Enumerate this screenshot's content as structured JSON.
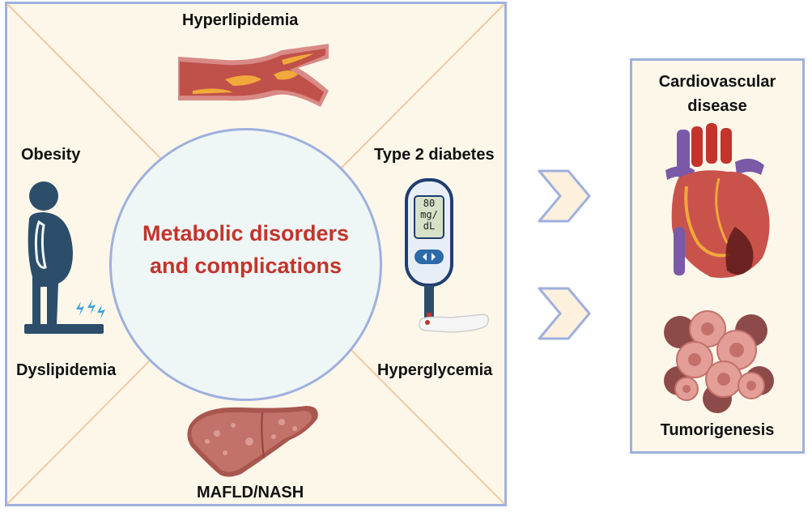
{
  "left_panel": {
    "center_title_line1": "Metabolic disorders",
    "center_title_line2": "and complications",
    "labels": {
      "hyperlipidemia": "Hyperlipidemia",
      "obesity": "Obesity",
      "type2_diabetes": "Type 2 diabetes",
      "dyslipidemia": "Dyslipidemia",
      "hyperglycemia": "Hyperglycemia",
      "mafld_nash": "MAFLD/NASH"
    },
    "glucometer_reading": {
      "value": "80",
      "unit_line1": "mg/",
      "unit_line2": "dL"
    }
  },
  "right_panel": {
    "cardiovascular_line1": "Cardiovascular",
    "cardiovascular_line2": "disease",
    "tumorigenesis": "Tumorigenesis"
  },
  "icons": [
    "artery-plaque-icon",
    "person-on-scale-icon",
    "glucometer-icon",
    "liver-icon",
    "heart-icon",
    "tumor-cells-icon",
    "chevron-arrow-icon"
  ],
  "colors": {
    "panel_bg": "#fdf7ea",
    "border": "#9fb0de",
    "diagonal": "#f2c9a2",
    "circle_fill": "#eef7f5",
    "title_red": "#c2342c",
    "arrow_fill": "#fdf0dc"
  }
}
